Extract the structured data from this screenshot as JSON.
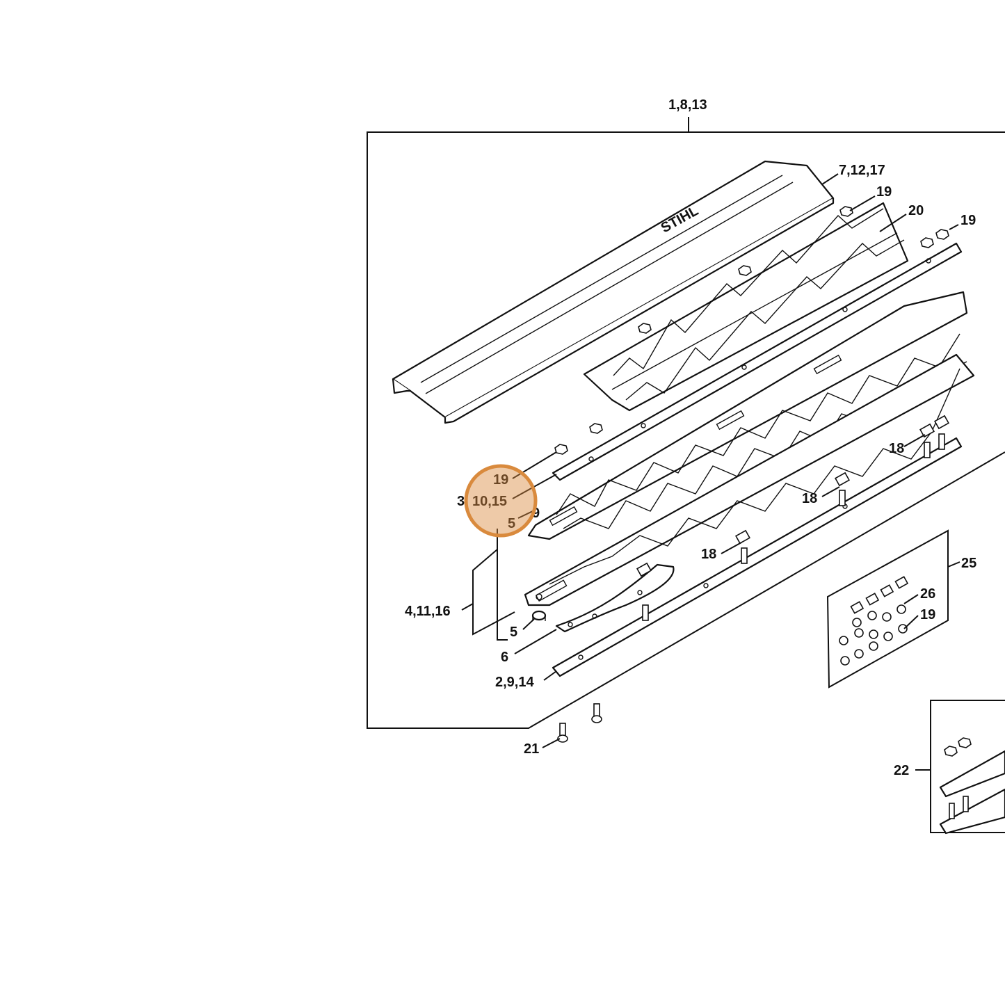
{
  "diagram": {
    "brand": "STIHL",
    "highlight_color": "#d98a3d",
    "labels": {
      "l_1_8_13": "1,8,13",
      "l_7_12_17": "7,12,17",
      "l_19_a": "19",
      "l_20": "20",
      "l_19_b": "19",
      "l_19_c": "19",
      "l_3": "3",
      "l_10_15": "10,15",
      "l_9": "9",
      "l_5_a": "5",
      "l_4_11_16": "4,11,16",
      "l_5_b": "5",
      "l_6": "6",
      "l_2_9_14": "2,9,14",
      "l_18_a": "18",
      "l_18_b": "18",
      "l_18_c": "18",
      "l_25": "25",
      "l_26": "26",
      "l_19_d": "19",
      "l_21": "21",
      "l_22": "22"
    }
  }
}
